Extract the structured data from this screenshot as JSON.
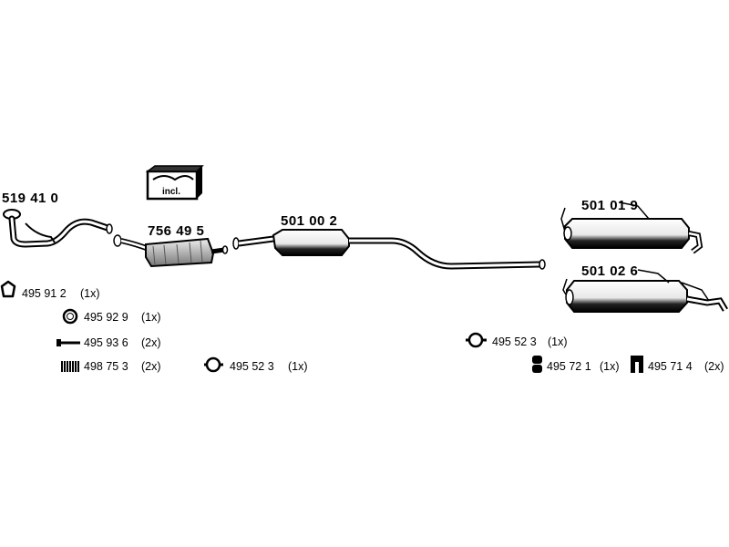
{
  "parts": {
    "front_pipe": "519 41 0",
    "catalyst": "756 49 5",
    "incl_badge": "incl.",
    "center_silencer": "501 00 2",
    "rear_silencer_a": "501 01 9",
    "rear_silencer_b": "501 02 6"
  },
  "accessories": {
    "gasket_a": "495 91 2",
    "gasket_a_qty": "(1x)",
    "ring": "495 92 9",
    "ring_qty": "(1x)",
    "bolt": "495 93 6",
    "bolt_qty": "(2x)",
    "spring": "498 75 3",
    "spring_qty": "(2x)",
    "clamp_left": "495 52 3",
    "clamp_left_qty": "(1x)",
    "clamp_right": "495 52 3",
    "clamp_right_qty": "(1x)",
    "rubber_a": "495 72 1",
    "rubber_a_qty": "(1x)",
    "rubber_b": "495 71 4",
    "rubber_b_qty": "(2x)"
  },
  "icons": [
    "gasket-icon",
    "ring-icon",
    "bolt-icon",
    "spring-icon",
    "clamp-icon",
    "rubber-mount-icon",
    "kit-box-icon"
  ],
  "colors": {
    "ink": "#000000",
    "shade": "#888888",
    "background": "#ffffff"
  }
}
